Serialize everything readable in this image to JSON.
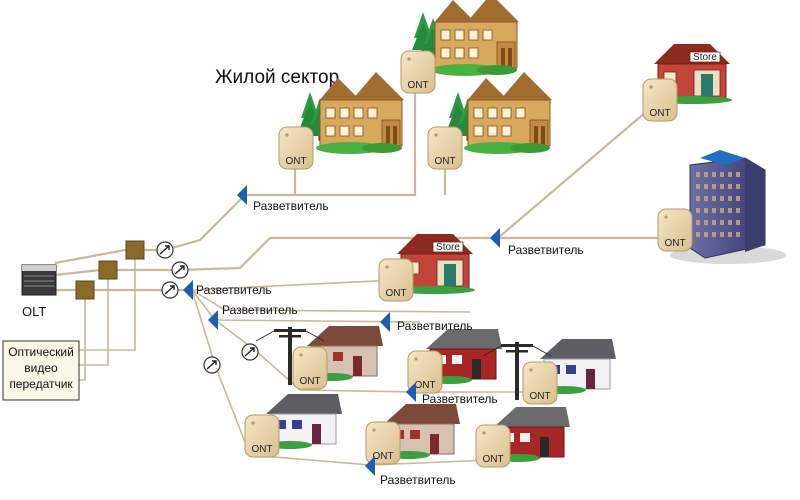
{
  "title": "Жилой сектор",
  "olt_label": "OLT",
  "transmitter_lines": [
    "Оптический",
    "видео",
    "передатчик"
  ],
  "ont_label": "ONT",
  "store_label": "Store",
  "splitter_label": "Разветвитель"
}
